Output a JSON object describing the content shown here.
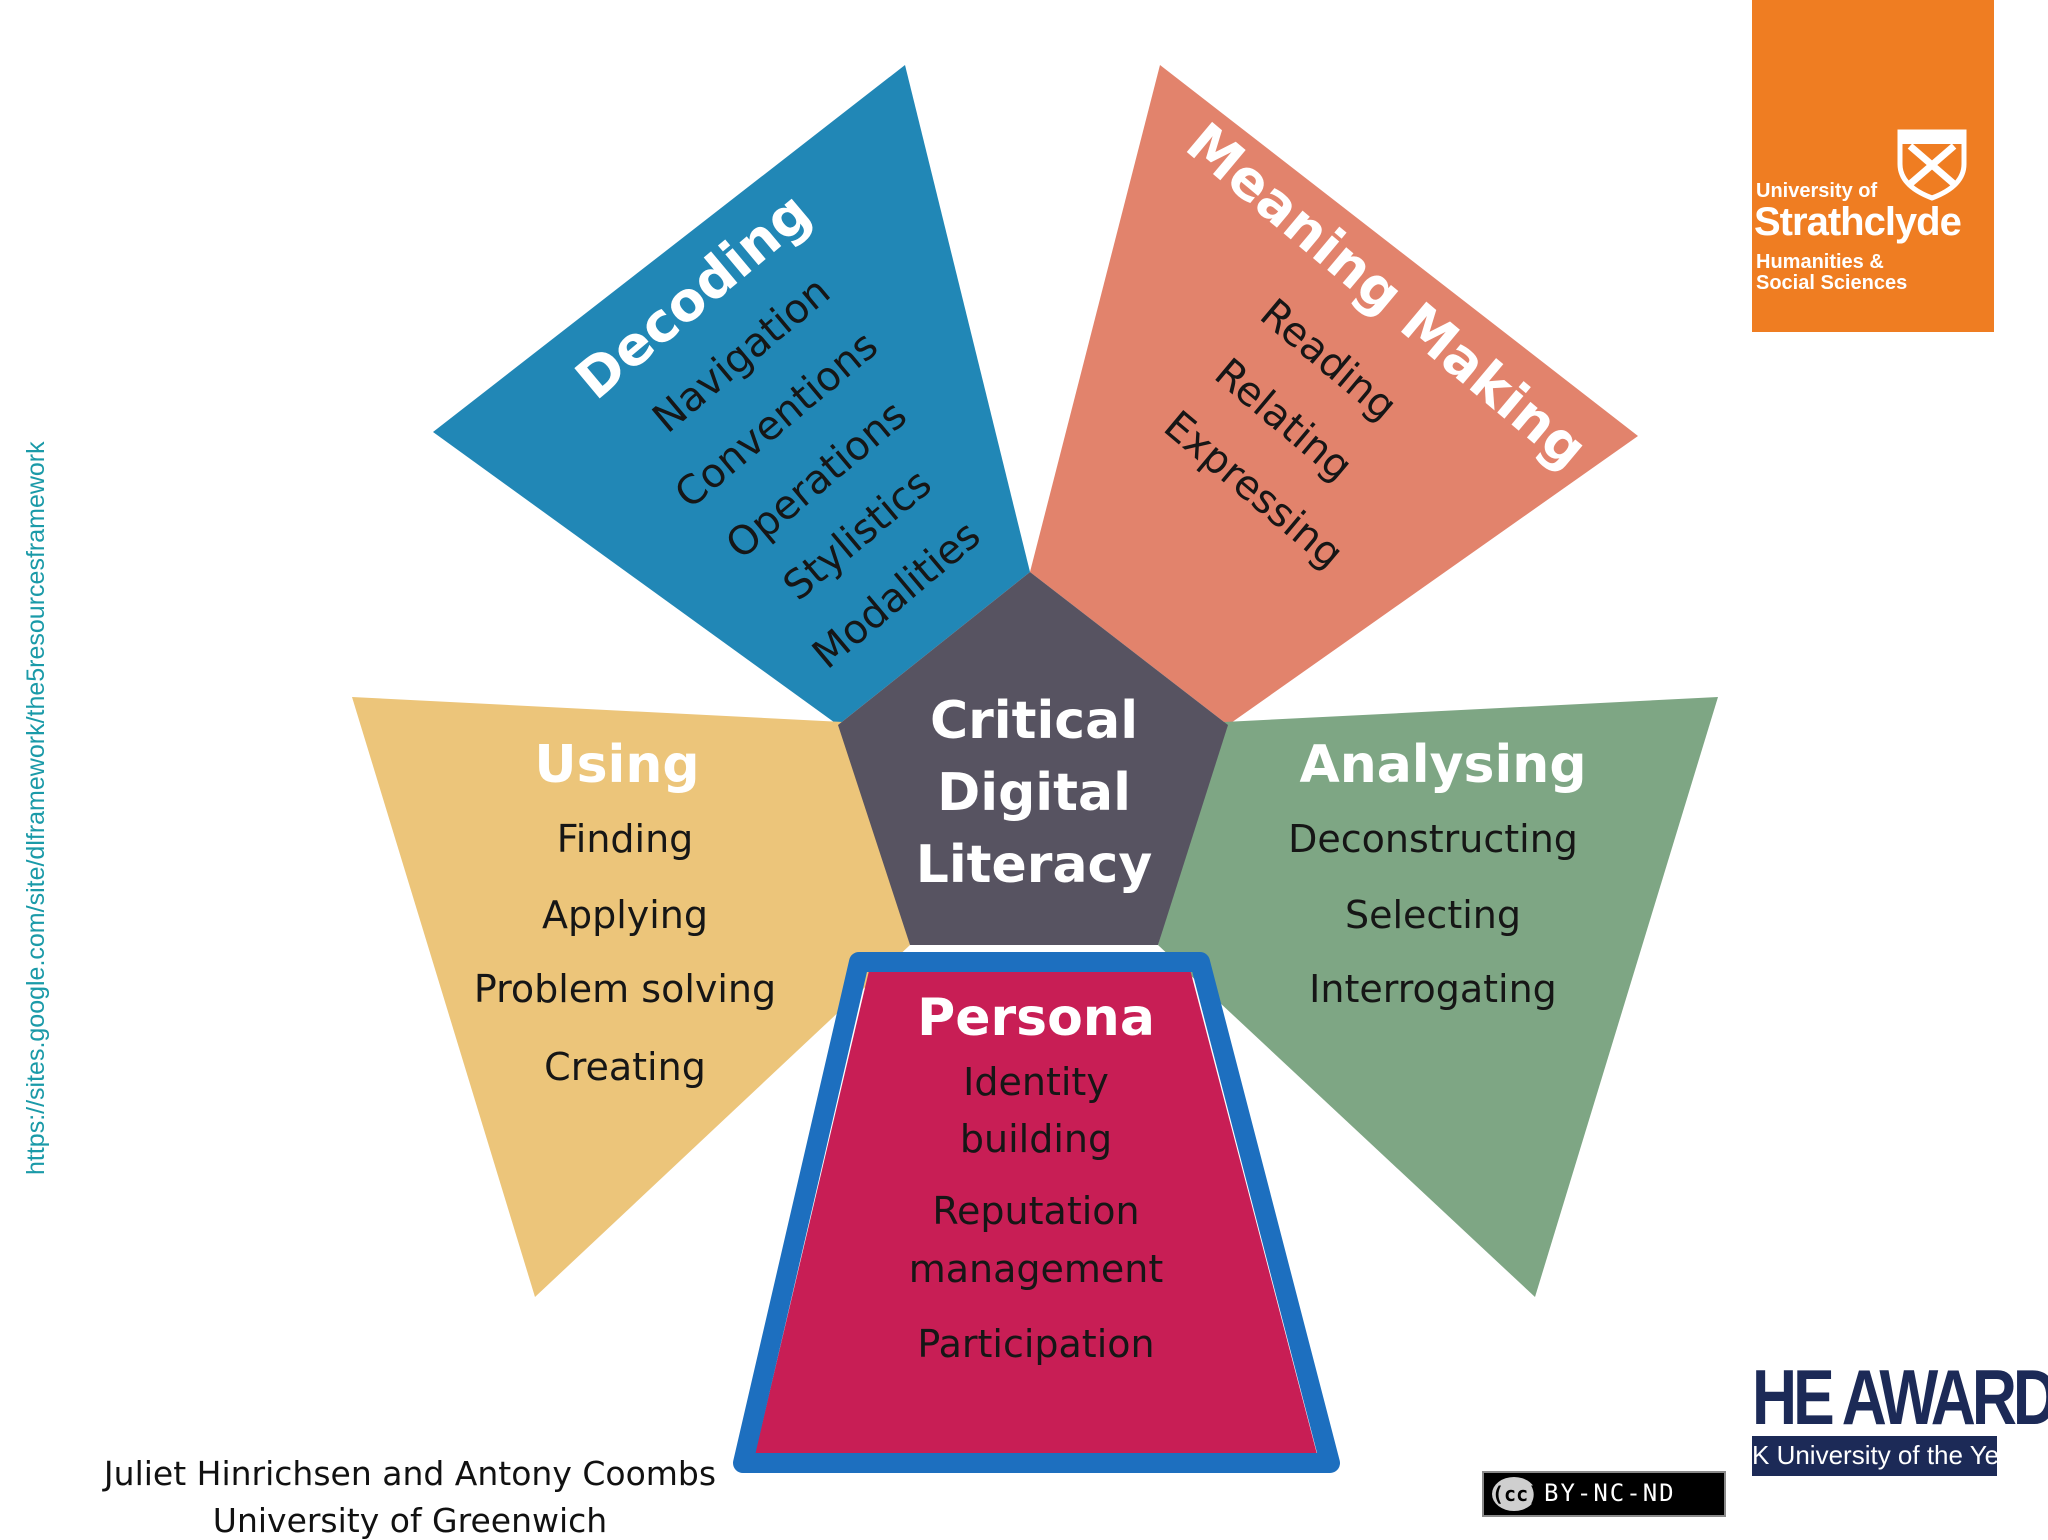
{
  "diagram": {
    "center_label": [
      "Critical",
      "Digital",
      "Literacy"
    ],
    "segments": {
      "decoding": {
        "title": "Decoding",
        "items": [
          "Navigation",
          "Conventions",
          "Operations",
          "Stylistics",
          "Modalities"
        ],
        "color": "#2187b6"
      },
      "meaning_making": {
        "title": "Meaning Making",
        "items": [
          "Reading",
          "Relating",
          "Expressing"
        ],
        "color": "#e2836c"
      },
      "using": {
        "title": "Using",
        "items": [
          "Finding",
          "Applying",
          "Problem solving",
          "Creating"
        ],
        "color": "#ecc57a"
      },
      "analysing": {
        "title": "Analysing",
        "items": [
          "Deconstructing",
          "Selecting",
          "Interrogating"
        ],
        "color": "#7ea684"
      },
      "persona": {
        "title": "Persona",
        "items": [
          "Identity",
          "building",
          "Reputation",
          "management",
          "Participation"
        ],
        "color": "#c81e55"
      }
    },
    "center_color": "#575361",
    "highlight_color": "#1d6fbf"
  },
  "source_url": "https://sites.google.com/site/dlframework/the5resourcesframework",
  "credit": {
    "authors": "Juliet Hinrichsen and Antony Coombs",
    "institution": "University of Greenwich"
  },
  "logo": {
    "line1": "University of",
    "line2": "Strathclyde",
    "line3": "Humanities &",
    "line4": "Social Sciences",
    "color": "#ef7d22"
  },
  "awards": {
    "title": "HE AWARDS",
    "subtitle": "K University of the Year"
  },
  "license": {
    "icon_text": "(cc)",
    "text": "BY-NC-ND"
  }
}
